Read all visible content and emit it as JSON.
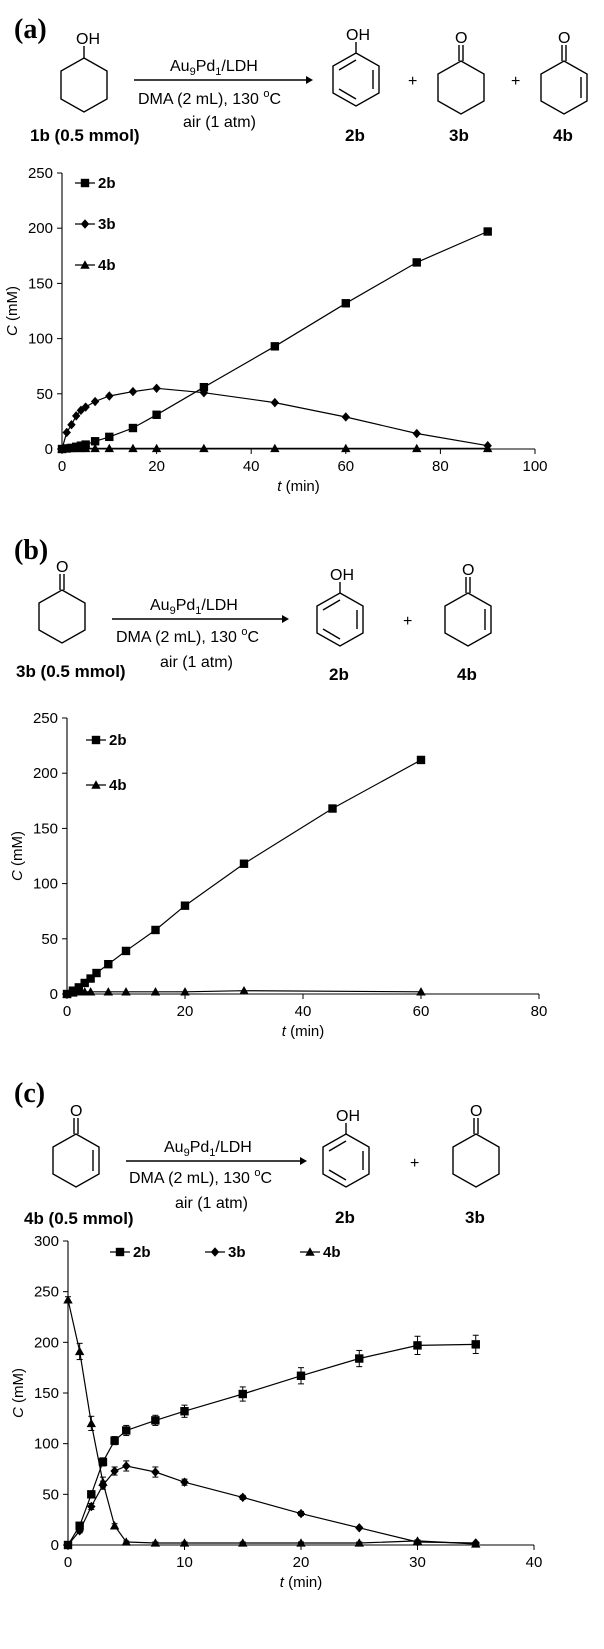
{
  "panels": [
    {
      "letter": "(a)",
      "scheme": {
        "catalyst": "Au9Pd1/LDH",
        "catalyst_parts": [
          "Au",
          "9",
          "Pd",
          "1",
          "/LDH"
        ],
        "conditions": "DMA (2 mL), 130 °C",
        "conditions_parts": [
          "DMA (2 mL), 130 ",
          "o",
          "C"
        ],
        "atmosphere": "air (1 atm)",
        "substrate_label": "1b (0.5 mmol)",
        "products": [
          "2b",
          "3b",
          "4b"
        ],
        "plus": "+",
        "oh": "OH",
        "o": "O"
      }
    },
    {
      "letter": "(b)",
      "scheme": {
        "catalyst": "Au9Pd1/LDH",
        "catalyst_parts": [
          "Au",
          "9",
          "Pd",
          "1",
          "/LDH"
        ],
        "conditions": "DMA (2 mL), 130 °C",
        "conditions_parts": [
          "DMA (2 mL), 130 ",
          "o",
          "C"
        ],
        "atmosphere": "air (1 atm)",
        "substrate_label": "3b (0.5 mmol)",
        "products": [
          "2b",
          "4b"
        ],
        "plus": "+",
        "oh": "OH",
        "o": "O"
      }
    },
    {
      "letter": "(c)",
      "scheme": {
        "catalyst": "Au9Pd1/LDH",
        "catalyst_parts": [
          "Au",
          "9",
          "Pd",
          "1",
          "/LDH"
        ],
        "conditions": "DMA (2 mL), 130 °C",
        "conditions_parts": [
          "DMA (2 mL), 130 ",
          "o",
          "C"
        ],
        "atmosphere": "air (1 atm)",
        "substrate_label": "4b (0.5 mmol)",
        "products": [
          "2b",
          "3b"
        ],
        "plus": "+",
        "oh": "OH",
        "o": "O"
      }
    }
  ],
  "chart_data": [
    {
      "type": "line",
      "xlabel_italic": "t",
      "xlabel_unit": "(min)",
      "ylabel_italic": "C",
      "ylabel_unit": "(mM)",
      "xlim": [
        0,
        100
      ],
      "ylim": [
        0,
        250
      ],
      "xticks": [
        0,
        20,
        40,
        60,
        80,
        100
      ],
      "yticks": [
        0,
        50,
        100,
        150,
        200,
        250
      ],
      "legend_layout": "vertical",
      "series": [
        {
          "name": "2b",
          "marker": "square",
          "x": [
            0,
            1,
            2,
            3,
            4,
            5,
            7,
            10,
            15,
            20,
            30,
            45,
            60,
            75,
            90
          ],
          "y": [
            0,
            0.5,
            1,
            2,
            3,
            4,
            7,
            11,
            19,
            31,
            56,
            93,
            132,
            169,
            197
          ]
        },
        {
          "name": "3b",
          "marker": "diamond",
          "x": [
            0,
            1,
            2,
            3,
            4,
            5,
            7,
            10,
            15,
            20,
            30,
            45,
            60,
            75,
            90
          ],
          "y": [
            0,
            15,
            22,
            30,
            35,
            38,
            43,
            48,
            52,
            55,
            51,
            42,
            29,
            14,
            3
          ]
        },
        {
          "name": "4b",
          "marker": "triangle",
          "x": [
            0,
            1,
            2,
            3,
            4,
            5,
            7,
            10,
            15,
            20,
            30,
            45,
            60,
            75,
            90
          ],
          "y": [
            0,
            0.5,
            0.5,
            0.5,
            0.5,
            0.5,
            0.5,
            0.5,
            0.5,
            0.5,
            0.5,
            0.5,
            0.5,
            0.5,
            0.5
          ]
        }
      ]
    },
    {
      "type": "line",
      "xlabel_italic": "t",
      "xlabel_unit": "(min)",
      "ylabel_italic": "C",
      "ylabel_unit": "(mM)",
      "xlim": [
        0,
        80
      ],
      "ylim": [
        0,
        250
      ],
      "xticks": [
        0,
        20,
        40,
        60,
        80
      ],
      "yticks": [
        0,
        50,
        100,
        150,
        200,
        250
      ],
      "legend_layout": "vertical",
      "series": [
        {
          "name": "2b",
          "marker": "square",
          "x": [
            0,
            1,
            2,
            3,
            4,
            5,
            7,
            10,
            15,
            20,
            30,
            45,
            60
          ],
          "y": [
            0,
            3,
            6,
            10,
            14,
            19,
            27,
            39,
            58,
            80,
            118,
            168,
            212
          ]
        },
        {
          "name": "4b",
          "marker": "triangle",
          "x": [
            0,
            1,
            2,
            3,
            4,
            7,
            10,
            15,
            20,
            30,
            60
          ],
          "y": [
            0,
            1,
            2,
            2,
            2,
            2,
            2,
            2,
            2,
            3,
            2
          ]
        }
      ]
    },
    {
      "type": "line",
      "xlabel_italic": "t",
      "xlabel_unit": "(min)",
      "ylabel_italic": "C",
      "ylabel_unit": "(mM)",
      "xlim": [
        0,
        40
      ],
      "ylim": [
        0,
        300
      ],
      "xticks": [
        0,
        10,
        20,
        30,
        40
      ],
      "yticks": [
        0,
        50,
        100,
        150,
        200,
        250,
        300
      ],
      "legend_layout": "horizontal",
      "series": [
        {
          "name": "2b",
          "marker": "square",
          "x": [
            0,
            1,
            2,
            3,
            4,
            5,
            7.5,
            10,
            15,
            20,
            25,
            30,
            35
          ],
          "y": [
            0,
            19,
            50,
            82,
            103,
            113,
            123,
            132,
            149,
            167,
            184,
            197,
            198
          ],
          "err": [
            0,
            2,
            3,
            4,
            4,
            5,
            5,
            6,
            7,
            8,
            8,
            9,
            9
          ]
        },
        {
          "name": "3b",
          "marker": "diamond",
          "x": [
            0,
            1,
            2,
            3,
            4,
            5,
            7.5,
            10,
            15,
            20,
            25,
            30,
            35
          ],
          "y": [
            0,
            14,
            38,
            59,
            73,
            78,
            72,
            62,
            47,
            31,
            17,
            3,
            2
          ],
          "err": [
            0,
            2,
            3,
            4,
            4,
            5,
            5,
            3,
            2,
            2,
            1,
            1,
            1
          ]
        },
        {
          "name": "4b",
          "marker": "triangle",
          "x": [
            0,
            1,
            2,
            3,
            4,
            5,
            7.5,
            10,
            15,
            20,
            25,
            30,
            35
          ],
          "y": [
            242,
            191,
            120,
            62,
            19,
            3,
            2,
            2,
            2,
            2,
            2,
            4,
            1
          ],
          "err": [
            3,
            8,
            7,
            5,
            2,
            1,
            1,
            1,
            1,
            1,
            1,
            1,
            1
          ]
        }
      ]
    }
  ]
}
